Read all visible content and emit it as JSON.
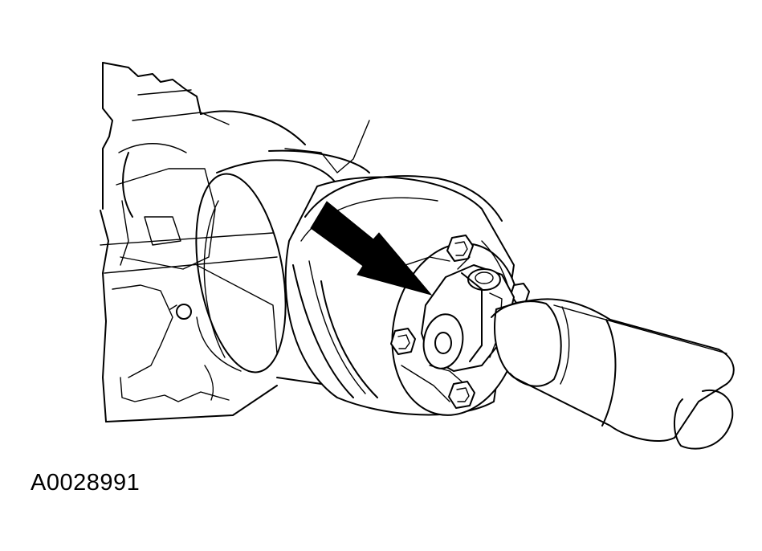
{
  "figure": {
    "code": "A0028991"
  },
  "parts": [
    "transmission-case-outline",
    "extension-housing",
    "rubber-boot",
    "flange",
    "flange-bolt",
    "u-joint-yoke",
    "driveshaft-tube"
  ],
  "callout": {
    "icon": "arrow-icon",
    "color": "#000000"
  }
}
